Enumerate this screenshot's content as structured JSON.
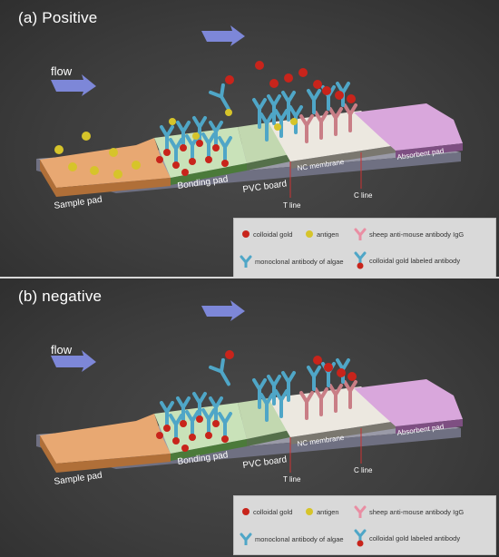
{
  "panels": {
    "positive": {
      "title": "(a) Positive"
    },
    "negative": {
      "title": "(b) negative"
    }
  },
  "flow_label": "flow",
  "strip": {
    "sample_pad": "Sample pad",
    "bonding_pad": "Bonding pad",
    "pvc_board": "PVC board",
    "nc_membrane": "NC membrane",
    "absorbent_pad": "Absorbent pad",
    "t_line": "T line",
    "c_line": "C line"
  },
  "legend": {
    "colloidal_gold": "colloidal gold",
    "antigen": "antigen",
    "sheep_antibody": "sheep anti-mouse antibody IgG",
    "monoclonal_antibody": "monoclonal antibody of algae",
    "gold_labeled_antibody": "colloidal gold labeled antibody"
  },
  "colors": {
    "background": "#3d3d3d",
    "sample_pad": "#e8a872",
    "bonding_pad": "#c9e2b9",
    "pvc_board": "#8a8a9a",
    "nc_membrane": "#e8e4dc",
    "absorbent_pad": "#d9a7dc",
    "antibody_blue": "#4fa6c7",
    "sheep_antibody_pink": "#c97e86",
    "colloidal_gold_red": "#c8241b",
    "antigen_yellow": "#d6c42a",
    "flow_arrow": "#7d87d8"
  }
}
